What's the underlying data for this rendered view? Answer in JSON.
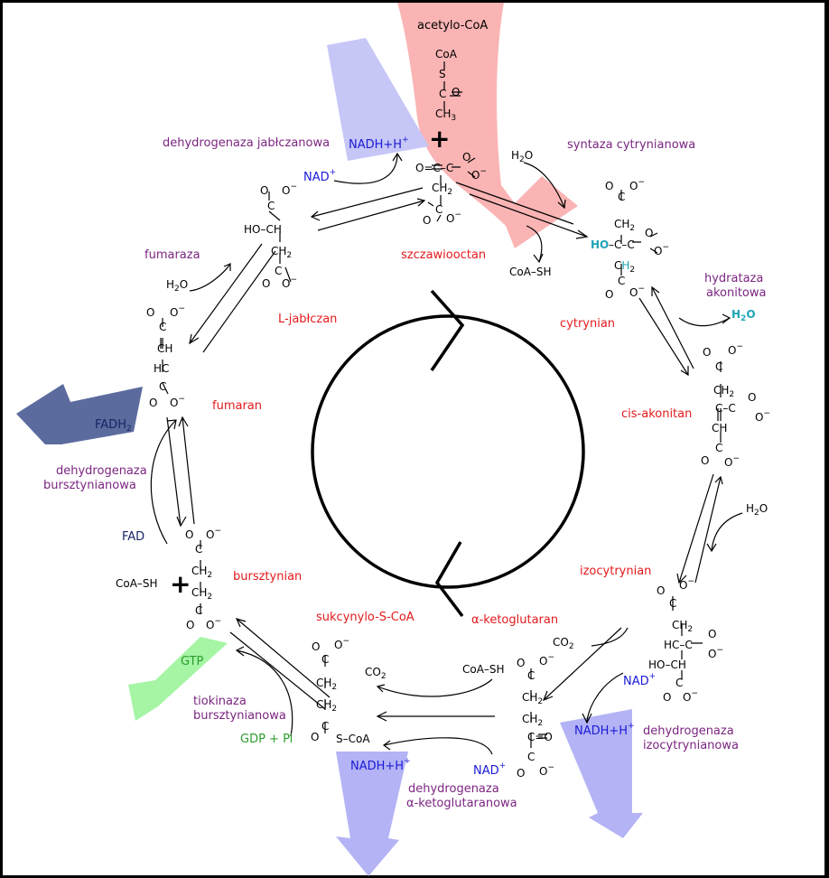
{
  "labels": {
    "acetyl": "acetylo-CoA",
    "syntaza": "syntaza cytrynianowa",
    "dehydro_jablk": "dehydrogenaza jabłczanowa",
    "fumaraza": "fumaraza",
    "hydrataza1": "hydrataza",
    "hydrataza2": "akonitowa",
    "dehydro_burszt1": "dehydrogenaza",
    "dehydro_burszt2": "bursztynianowa",
    "tiokinaza1": "tiokinaza",
    "tiokinaza2": "bursztynianowa",
    "dehydro_akg1": "dehydrogenaza",
    "dehydro_akg2": "α-ketoglutaranowa",
    "dehydro_izo1": "dehydrogenaza",
    "dehydro_izo2": "izocytrynianowa"
  },
  "compounds": {
    "szczawiooctan": "szczawiooctan",
    "cytrynian": "cytrynian",
    "cis_akonitan": "cis-akonitan",
    "izocytrynian": "izocytrynian",
    "a_ketoglutaran": "α-ketoglutaran",
    "sukcynylo": "sukcynylo-S-CoA",
    "bursztynian": "bursztynian",
    "fumaran": "fumaran",
    "jablczan": "L-jabłczan"
  },
  "cofactors": {
    "nadh": "NADH+H",
    "nad": "NAD",
    "fadh": "FADH",
    "fad": "FAD",
    "gtp": "GTP",
    "gdp": "GDP + Pi",
    "h2o": "H",
    "co2": "CO",
    "coash": "CoA–SH",
    "plus": "+",
    "two": "2"
  },
  "colors": {
    "red": "#e31a1c",
    "purple": "#7b2581",
    "blue": "#1b1bd6",
    "green": "#2a9d2a",
    "teal": "#1fa3b5",
    "arrow_pink": "#fbb4b4",
    "arrow_lavender": "#b3b3f5",
    "arrow_navy": "#5a6aa0",
    "arrow_green": "#9ef59e"
  }
}
